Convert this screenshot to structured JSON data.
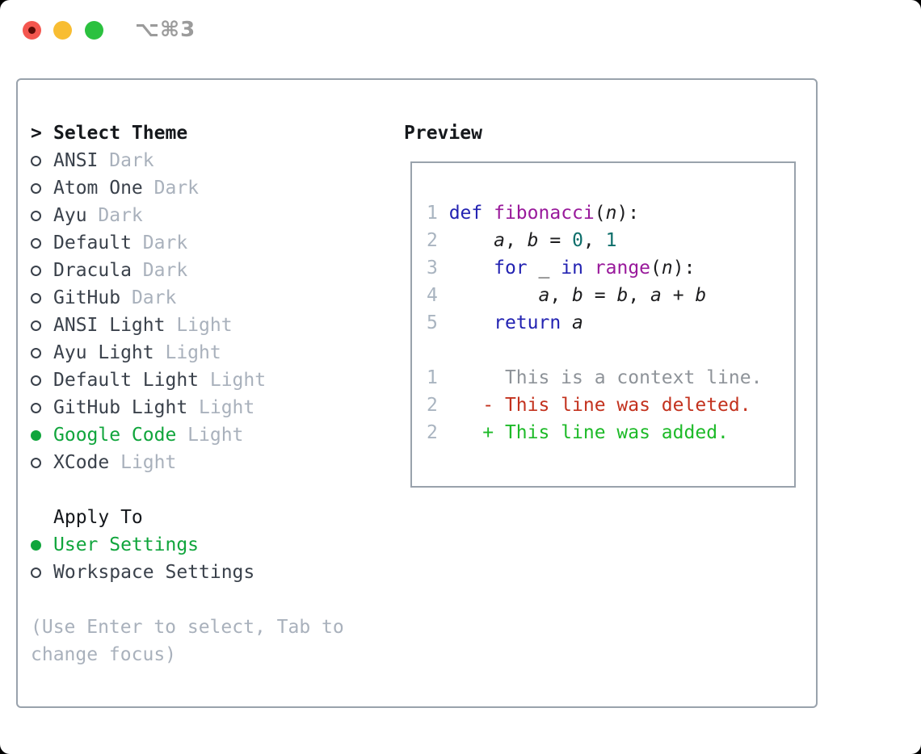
{
  "window": {
    "title": "⌥⌘3",
    "traffic_lights": [
      "close",
      "minimize",
      "zoom"
    ]
  },
  "colors": {
    "accent-green": "#10a53c",
    "muted": "#a9b1bc",
    "text-dark": "#3a414b",
    "heading": "#15181c",
    "border": "#99a2ac",
    "line-number": "#a9b4c0",
    "code-keyword": "#2323b2",
    "code-function": "#99199b",
    "code-literal": "#0d6e6a",
    "code-plain": "#1d1d1f",
    "diff-context": "#8e9399",
    "diff-deleted": "#c3321e",
    "diff-added": "#1dba28",
    "title": "#9b9b9b",
    "tl-red": "#f4564f",
    "tl-red-dot": "#5c0b06",
    "tl-yellow": "#f8bd32",
    "tl-green": "#2bc13f"
  },
  "theme_selector": {
    "heading_marker": ">",
    "heading": "Select Theme",
    "items": [
      {
        "name": "ANSI",
        "variant": "Dark",
        "selected": false
      },
      {
        "name": "Atom One",
        "variant": "Dark",
        "selected": false
      },
      {
        "name": "Ayu",
        "variant": "Dark",
        "selected": false
      },
      {
        "name": "Default",
        "variant": "Dark",
        "selected": false
      },
      {
        "name": "Dracula",
        "variant": "Dark",
        "selected": false
      },
      {
        "name": "GitHub",
        "variant": "Dark",
        "selected": false
      },
      {
        "name": "ANSI Light",
        "variant": "Light",
        "selected": false
      },
      {
        "name": "Ayu Light",
        "variant": "Light",
        "selected": false
      },
      {
        "name": "Default Light",
        "variant": "Light",
        "selected": false
      },
      {
        "name": "GitHub Light",
        "variant": "Light",
        "selected": false
      },
      {
        "name": "Google Code",
        "variant": "Light",
        "selected": true
      },
      {
        "name": "XCode",
        "variant": "Light",
        "selected": false
      }
    ]
  },
  "apply_to": {
    "heading": "Apply To",
    "options": [
      {
        "label": "User Settings",
        "selected": true
      },
      {
        "label": "Workspace Settings",
        "selected": false
      }
    ]
  },
  "help_lines": [
    "(Use Enter to select, Tab to",
    "change focus)"
  ],
  "preview": {
    "heading": "Preview",
    "code_lines": [
      {
        "num": "1 ",
        "tokens": [
          {
            "t": "def",
            "c": "kwd"
          },
          {
            "t": " ",
            "c": "pln"
          },
          {
            "t": "fibonacci",
            "c": "typ"
          },
          {
            "t": "(",
            "c": "pln"
          },
          {
            "t": "n",
            "c": "idn"
          },
          {
            "t": "):",
            "c": "pln"
          }
        ]
      },
      {
        "num": "2 ",
        "tokens": [
          {
            "t": "    ",
            "c": "pln"
          },
          {
            "t": "a",
            "c": "idn"
          },
          {
            "t": ", ",
            "c": "pln"
          },
          {
            "t": "b",
            "c": "idn"
          },
          {
            "t": " = ",
            "c": "pln"
          },
          {
            "t": "0",
            "c": "lit"
          },
          {
            "t": ", ",
            "c": "pln"
          },
          {
            "t": "1",
            "c": "lit"
          }
        ]
      },
      {
        "num": "3 ",
        "tokens": [
          {
            "t": "    ",
            "c": "pln"
          },
          {
            "t": "for",
            "c": "kwd"
          },
          {
            "t": " ",
            "c": "pln"
          },
          {
            "t": "_",
            "c": "idn"
          },
          {
            "t": " ",
            "c": "pln"
          },
          {
            "t": "in",
            "c": "kwd"
          },
          {
            "t": " ",
            "c": "pln"
          },
          {
            "t": "range",
            "c": "typ"
          },
          {
            "t": "(",
            "c": "pln"
          },
          {
            "t": "n",
            "c": "idn"
          },
          {
            "t": "):",
            "c": "pln"
          }
        ]
      },
      {
        "num": "4 ",
        "tokens": [
          {
            "t": "        ",
            "c": "pln"
          },
          {
            "t": "a",
            "c": "idn"
          },
          {
            "t": ", ",
            "c": "pln"
          },
          {
            "t": "b",
            "c": "idn"
          },
          {
            "t": " = ",
            "c": "pln"
          },
          {
            "t": "b",
            "c": "idn"
          },
          {
            "t": ", ",
            "c": "pln"
          },
          {
            "t": "a",
            "c": "idn"
          },
          {
            "t": " + ",
            "c": "pln"
          },
          {
            "t": "b",
            "c": "idn"
          }
        ]
      },
      {
        "num": "5 ",
        "tokens": [
          {
            "t": "    ",
            "c": "pln"
          },
          {
            "t": "return",
            "c": "kwd"
          },
          {
            "t": " ",
            "c": "pln"
          },
          {
            "t": "a",
            "c": "idn"
          }
        ]
      }
    ],
    "diff_lines": [
      {
        "num": "1 ",
        "tokens": [
          {
            "t": "     This is a context line.",
            "c": "ctx"
          }
        ]
      },
      {
        "num": "2 ",
        "tokens": [
          {
            "t": "   - This line was deleted.",
            "c": "del"
          }
        ]
      },
      {
        "num": "2 ",
        "tokens": [
          {
            "t": "   + This line was added.",
            "c": "add"
          }
        ]
      }
    ]
  }
}
